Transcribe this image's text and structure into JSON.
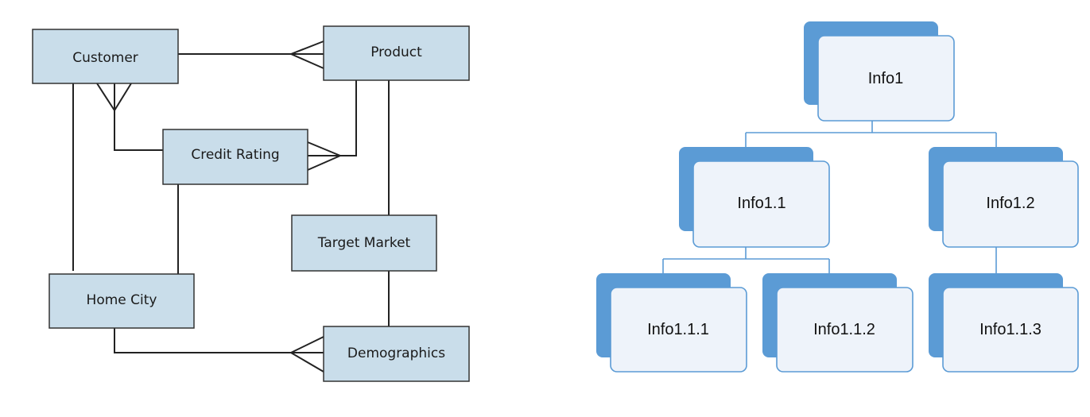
{
  "er_diagram": {
    "entities": {
      "customer": "Customer",
      "product": "Product",
      "credit_rating": "Credit Rating",
      "target_market": "Target Market",
      "home_city": "Home City",
      "demographics": "Demographics"
    },
    "colors": {
      "entity_fill": "#c9ddea",
      "entity_stroke": "#333333",
      "line": "#222222"
    }
  },
  "org_chart": {
    "nodes": {
      "root": "Info1",
      "n1_1": "Info1.1",
      "n1_2": "Info1.2",
      "n1_1_1": "Info1.1.1",
      "n1_1_2": "Info1.1.2",
      "n1_1_3": "Info1.1.3"
    },
    "colors": {
      "back_fill": "#5b9bd5",
      "front_fill": "#eef3fa",
      "front_stroke": "#5b9bd5",
      "connector": "#5b9bd5"
    }
  }
}
